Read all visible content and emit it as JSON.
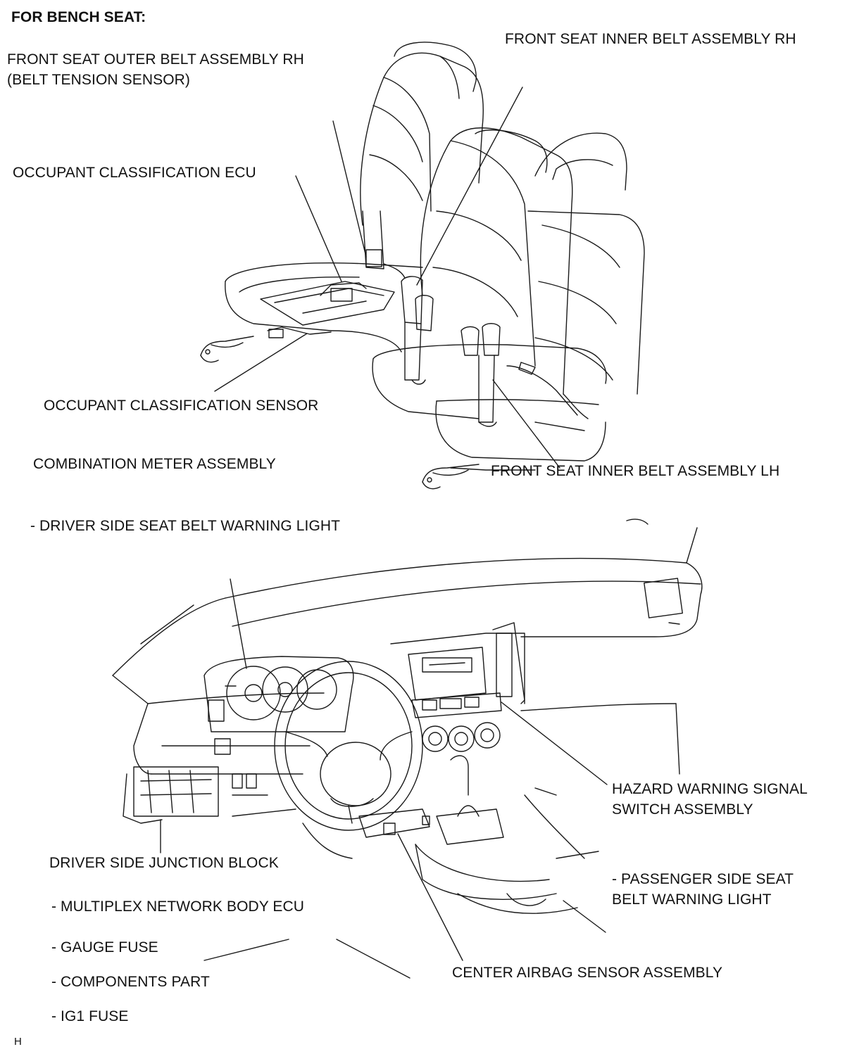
{
  "heading": "FOR BENCH SEAT:",
  "corner_mark": "H",
  "labels": {
    "outer_belt_rh": [
      "FRONT SEAT OUTER BELT ASSEMBLY RH",
      "(BELT TENSION SENSOR)"
    ],
    "inner_belt_rh": "FRONT SEAT INNER BELT ASSEMBLY RH",
    "occupant_ecu": "OCCUPANT CLASSIFICATION ECU",
    "occupant_sensor": "OCCUPANT CLASSIFICATION SENSOR",
    "combination_meter": "COMBINATION METER ASSEMBLY",
    "inner_belt_lh": "FRONT SEAT INNER BELT ASSEMBLY LH",
    "driver_warning_light": "- DRIVER SIDE SEAT BELT WARNING LIGHT",
    "hazard_switch": [
      "HAZARD WARNING SIGNAL",
      "SWITCH ASSEMBLY"
    ],
    "junction_block": "DRIVER SIDE JUNCTION BLOCK",
    "passenger_warning_light": [
      "- PASSENGER SIDE SEAT",
      "BELT WARNING LIGHT"
    ],
    "multiplex_ecu": "- MULTIPLEX NETWORK BODY ECU",
    "gauge_fuse": "- GAUGE FUSE",
    "components_part": "- COMPONENTS PART",
    "center_airbag": "CENTER AIRBAG SENSOR ASSEMBLY",
    "ig1_fuse": "- IG1 FUSE"
  },
  "colors": {
    "line": "#1a1a1a",
    "text": "#111111",
    "background": "#ffffff"
  }
}
